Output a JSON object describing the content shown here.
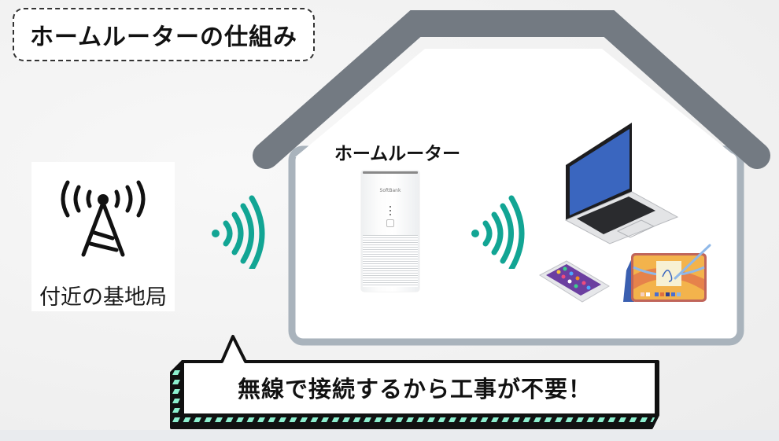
{
  "title": "ホームルーターの仕組み",
  "base_station": {
    "label": "付近の基地局",
    "icon": "cell-tower-icon"
  },
  "router": {
    "label": "ホームルーター",
    "brand": "SoftBank",
    "icon": "home-router-device"
  },
  "devices": [
    {
      "name": "laptop",
      "icon": "laptop-icon"
    },
    {
      "name": "smartphone",
      "icon": "smartphone-icon"
    },
    {
      "name": "tablet",
      "icon": "tablet-icon"
    }
  ],
  "signals": [
    {
      "from": "base_station",
      "to": "router",
      "icon": "wifi-signal-icon"
    },
    {
      "from": "router",
      "to": "devices",
      "icon": "wifi-signal-icon"
    }
  ],
  "callout": {
    "text": "無線で接続するから工事が不要！"
  },
  "colors": {
    "signal": "#12a594",
    "roof": "#737a82",
    "wall": "#a9b3bc",
    "callout_stripe": "#8df0cf",
    "laptop_screen": "#3a66bf"
  }
}
